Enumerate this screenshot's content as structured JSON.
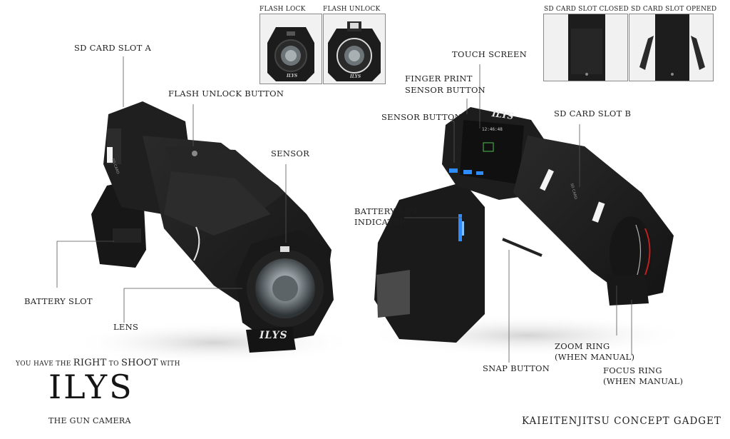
{
  "thumbnails": {
    "flash_lock": "FLASH LOCK",
    "flash_unlock": "FLASH UNLOCK",
    "sd_closed": "SD CARD SLOT CLOSED",
    "sd_opened": "SD CARD SLOT OPENED"
  },
  "callouts": {
    "sd_card_slot_a": "SD CARD SLOT A",
    "flash_unlock_button": "FLASH UNLOCK BUTTON",
    "sensor": "SENSOR",
    "battery_slot": "BATTERY SLOT",
    "lens": "LENS",
    "touch_screen": "TOUCH SCREEN",
    "finger_print_line1": "FINGER PRINT",
    "finger_print_line2": "SENSOR BUTTON",
    "sensor_button": "SENSOR BUTTON",
    "sd_card_slot_b": "SD CARD SLOT B",
    "battery_life_line1": "BATTERY LIFE",
    "battery_life_line2": "INDICATER",
    "zoom_ring_line1": "ZOOM RING",
    "zoom_ring_line2": "(WHEN MANUAL)",
    "focus_ring_line1": "FOCUS RING",
    "focus_ring_line2": "(WHEN MANUAL)",
    "snap_button": "SNAP BUTTON"
  },
  "device_marks": {
    "logo": "ILYS",
    "logo_small": "ILYS",
    "screen_text": "12:46:48",
    "slot_text": "SD CARD",
    "slot_text_b": "SD CARD"
  },
  "branding": {
    "tagline_1": "YOU HAVE THE",
    "tagline_2": "RIGHT",
    "tagline_3": "TO",
    "tagline_4": "SHOOT",
    "tagline_5": "WITH",
    "name": "ILYS",
    "subtitle": "THE GUN CAMERA",
    "footer": "KAIEITENJITSU CONCEPT GADGET"
  },
  "colors": {
    "body": "#1b1b1b",
    "accent_blue": "#2e8cff",
    "focus_ring_red": "#c02020"
  }
}
